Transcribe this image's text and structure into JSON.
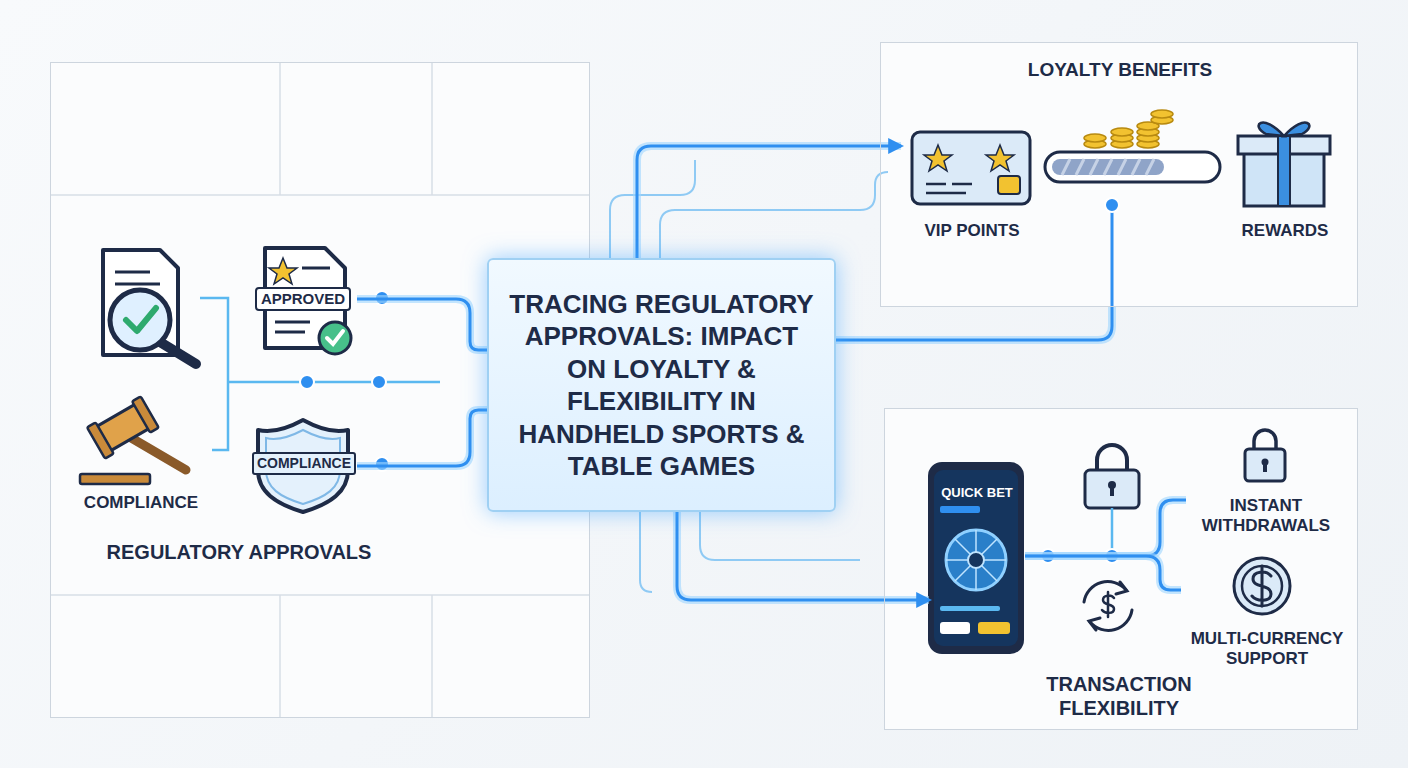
{
  "diagram": {
    "nodes": [
      {
        "text": [
          "REGULATORY APPROVALS"
        ]
      },
      {
        "text": [
          "APPROVED"
        ],
        "in": 0
      },
      {
        "text": [
          "COMPLIANCE"
        ],
        "in": 0
      },
      {
        "text": [
          "COMPLIANCE"
        ],
        "in": 0
      },
      {
        "text": [
          "TRACING REGULATORY APPROVALS: IMPACT ON LOYALTY & FLEXIBILITY IN HANDHELD SPORTS & TABLE GAMES"
        ]
      },
      {
        "text": [
          "LOYALTY BENEFITS"
        ]
      },
      {
        "text": [
          "VIP POINTS"
        ],
        "in": 5
      },
      {
        "text": [
          "REWARDS"
        ],
        "in": 5
      },
      {
        "text": [
          "TRANSACTION FLEXIBILITY"
        ]
      },
      {
        "text": [
          "QUICK BET"
        ],
        "in": 8
      },
      {
        "text": [
          "INSTANT WITHDRAWALS"
        ],
        "in": 8
      },
      {
        "text": [
          "MULTI-CURRENCY SUPPORT"
        ],
        "in": 8
      }
    ],
    "edges": [
      {
        "from": 1,
        "to": 4,
        "arrow": "none"
      },
      {
        "from": 3,
        "to": 4,
        "arrow": "none"
      },
      {
        "from": 4,
        "to": 6,
        "arrow": "to"
      },
      {
        "from": 4,
        "to": 5,
        "arrow": "none"
      },
      {
        "from": 4,
        "to": 9,
        "arrow": "to"
      },
      {
        "from": 9,
        "to": 10,
        "arrow": "none"
      },
      {
        "from": 9,
        "to": 11,
        "arrow": "none"
      }
    ]
  }
}
